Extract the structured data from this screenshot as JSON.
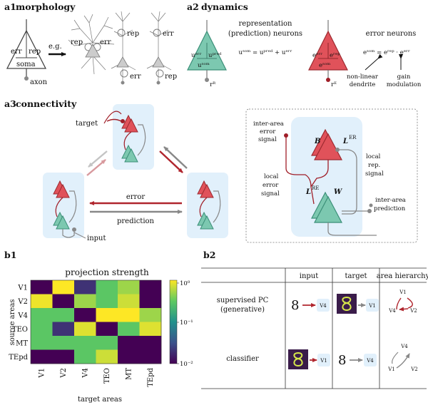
{
  "panels": {
    "a1": {
      "id": "a1",
      "title": "morphology"
    },
    "a2": {
      "id": "a2",
      "title": "dynamics"
    },
    "a3": {
      "id": "a3",
      "title": "connectivity"
    },
    "b1": {
      "id": "b1"
    },
    "b2": {
      "id": "b2"
    }
  },
  "a1": {
    "err": "err",
    "rep": "rep",
    "soma": "soma",
    "axon": "axon",
    "eg": "e.g.",
    "cell_rep": "rep",
    "cell_err": "err"
  },
  "a2": {
    "rep_title_1": "representation",
    "rep_title_2": "(prediction) neurons",
    "rep_equation": "uˢᵒᵐ = uᵖʳᵉᵈ + uᵉʳʳ",
    "rep_tri_err": "uᵉʳʳ",
    "rep_tri_pred": "uᵖʳᵉᵈ",
    "rep_tri_som": "uˢᵒᵐ",
    "rep_out": "rᴿ",
    "err_title": "error neurons",
    "err_equation": "eˢᵒᵐ = eʳᵉᵖ · eᵉʳʳ",
    "err_tri_err": "eᵉʳʳ",
    "err_tri_rep": "eʳᵉᵖ",
    "err_tri_som": "eˢᵒᵐ",
    "err_out": "rᴱ",
    "nonlinear_1": "non-linear",
    "nonlinear_2": "dendrite",
    "gain_1": "gain",
    "gain_2": "modulation"
  },
  "a3": {
    "target": "target",
    "error": "error",
    "prediction": "prediction",
    "input": "input",
    "interarea_error_1": "inter-area",
    "interarea_error_2": "error",
    "interarea_error_3": "signal",
    "local_rep_1": "local",
    "local_rep_2": "rep.",
    "local_rep_3": "signal",
    "local_error_1": "local",
    "local_error_2": "error",
    "local_error_3": "signal",
    "interarea_pred_1": "inter-area",
    "interarea_pred_2": "prediction",
    "w_B": "B",
    "w_L_ER": "L",
    "w_L_ER_sup": "ER",
    "w_L_RE": "L",
    "w_L_RE_sup": "RE",
    "w_W": "W"
  },
  "b1": {
    "title": "projection strength",
    "ylabel": "source areas",
    "xlabel": "target areas",
    "colorbar_ticks": [
      "10⁰",
      "10⁻¹",
      "10⁻²"
    ]
  },
  "chart_data": {
    "type": "heatmap",
    "title": "projection strength",
    "xlabel": "target areas",
    "ylabel": "source areas",
    "x_categories": [
      "V1",
      "V2",
      "V4",
      "TEO",
      "MT",
      "TEpd"
    ],
    "y_categories": [
      "V1",
      "V2",
      "V4",
      "TEO",
      "MT",
      "TEpd"
    ],
    "scale": "log",
    "zlim": [
      0.01,
      1
    ],
    "values": [
      [
        0.01,
        1.0,
        0.02,
        0.3,
        0.5,
        0.01
      ],
      [
        0.9,
        0.01,
        0.5,
        0.3,
        0.7,
        0.01
      ],
      [
        0.3,
        0.3,
        0.01,
        1.0,
        1.0,
        0.5
      ],
      [
        0.3,
        0.02,
        0.8,
        0.01,
        0.3,
        0.8
      ],
      [
        0.3,
        0.3,
        0.3,
        0.3,
        0.01,
        0.01
      ],
      [
        0.01,
        0.01,
        0.3,
        0.7,
        0.01,
        0.01
      ]
    ]
  },
  "b2": {
    "headers": [
      "input",
      "target",
      "area hierarchy"
    ],
    "rows": [
      {
        "label_1": "supervised PC",
        "label_2": "(generative)",
        "input_symbol": "8",
        "input_area": "V4",
        "target_area": "V1",
        "hier_top": "V1",
        "hier_left": "V4",
        "hier_right": "V2"
      },
      {
        "label_1": "classifier",
        "label_2": "",
        "input_area": "V1",
        "target_symbol": "8",
        "target_area": "V4",
        "hier_top": "V4",
        "hier_left": "V1",
        "hier_right": "V2"
      }
    ]
  },
  "colors": {
    "rep_green": "#7cc8b0",
    "err_red": "#e0525a",
    "area_bg": "#e1f0fb",
    "arrow_red": "#b0262e",
    "arrow_gray": "#888888"
  }
}
